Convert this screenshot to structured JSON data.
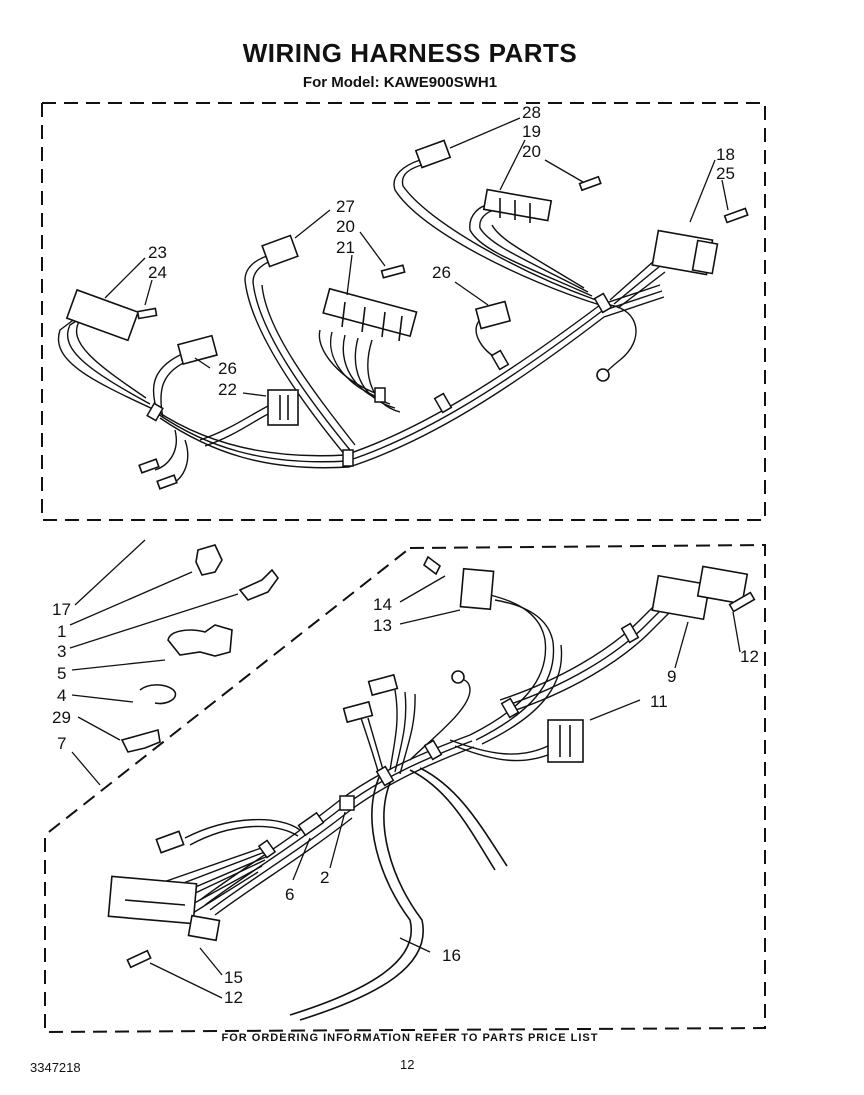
{
  "title": "WIRING HARNESS PARTS",
  "subtitle": "For Model: KAWE900SWH1",
  "footer_note": "FOR ORDERING INFORMATION REFER TO PARTS PRICE LIST",
  "document_number": "3347218",
  "page_number": "12",
  "callouts": {
    "c28": "28",
    "c19": "19",
    "c20a": "20",
    "c18": "18",
    "c25": "25",
    "c27": "27",
    "c20b": "20",
    "c21": "21",
    "c26a": "26",
    "c23": "23",
    "c24": "24",
    "c26b": "26",
    "c22": "22",
    "c17": "17",
    "c1": "1",
    "c3": "3",
    "c5": "5",
    "c4": "4",
    "c29": "29",
    "c7": "7",
    "c14": "14",
    "c13": "13",
    "c9": "9",
    "c12a": "12",
    "c11": "11",
    "c6": "6",
    "c2": "2",
    "c16": "16",
    "c15": "15",
    "c12b": "12"
  }
}
